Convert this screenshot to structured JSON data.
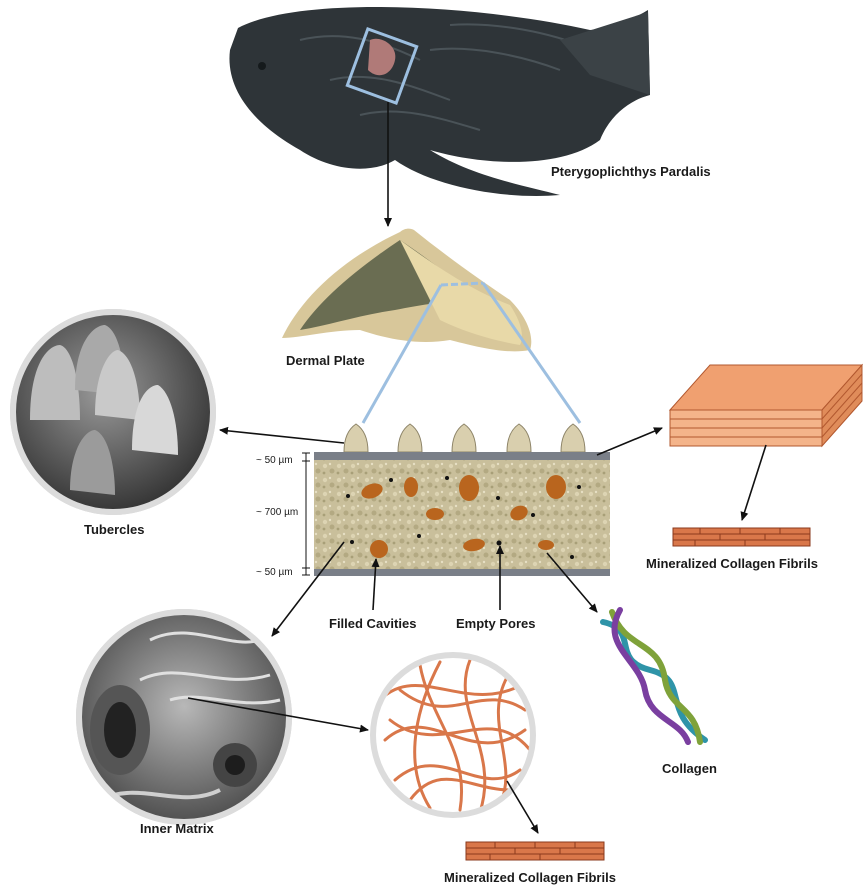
{
  "labels": {
    "species": "Pterygoplichthys Pardalis",
    "dermal_plate": "Dermal Plate",
    "tubercles": "Tubercles",
    "filled_cavities": "Filled Cavities",
    "empty_pores": "Empty Pores",
    "collagen": "Collagen",
    "inner_matrix": "Inner Matrix",
    "mineralized_right": "Mineralized Collagen Fibrils",
    "mineralized_bottom": "Mineralized Collagen Fibrils"
  },
  "dimensions": {
    "top": "~ 50 µm",
    "middle": "~ 700 µm",
    "bottom": "~ 50 µm"
  },
  "colors": {
    "fish": "#2e3438",
    "plate": "#d8c79a",
    "matrix": "#c9bf9b",
    "cavity": "#b9651e",
    "fiber": "#d9774a",
    "sheet": "#f0a070",
    "collagen_purple": "#7a3fa0",
    "collagen_green": "#7fa23a",
    "collagen_teal": "#2f94a8",
    "highlight": "#9dbfe0"
  }
}
